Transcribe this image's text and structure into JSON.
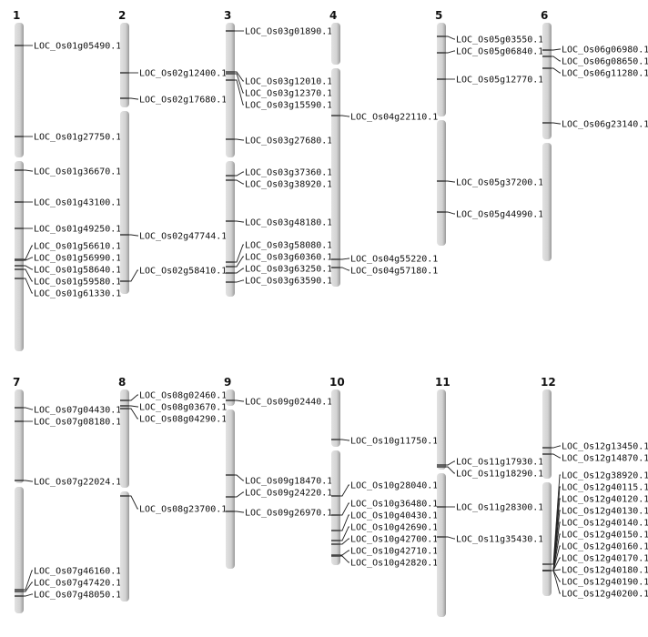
{
  "chromosomes": [
    {
      "name": "1",
      "genes": [
        "LOC_Os01g05490.1",
        "LOC_Os01g27750.1",
        "LOC_Os01g36670.1",
        "LOC_Os01g43100.1",
        "LOC_Os01g49250.1",
        "LOC_Os01g56610.1",
        "LOC_Os01g56990.1",
        "LOC_Os01g58640.1",
        "LOC_Os01g59580.1",
        "LOC_Os01g61330.1"
      ]
    },
    {
      "name": "2",
      "genes": [
        "LOC_Os02g12400.1",
        "LOC_Os02g17680.1",
        "LOC_Os02g47744.1",
        "LOC_Os02g58410.1"
      ]
    },
    {
      "name": "3",
      "genes": [
        "LOC_Os03g01890.1",
        "LOC_Os03g12010.1",
        "LOC_Os03g12370.1",
        "LOC_Os03g15590.1",
        "LOC_Os03g27680.1",
        "LOC_Os03g37360.1",
        "LOC_Os03g38920.1",
        "LOC_Os03g48180.1",
        "LOC_Os03g58080.1",
        "LOC_Os03g60360.1",
        "LOC_Os03g63250.1",
        "LOC_Os03g63590.1"
      ]
    },
    {
      "name": "4",
      "genes": [
        "LOC_Os04g22110.1",
        "LOC_Os04g55220.1",
        "LOC_Os04g57180.1"
      ]
    },
    {
      "name": "5",
      "genes": [
        "LOC_Os05g03550.1",
        "LOC_Os05g06840.1",
        "LOC_Os05g12770.1",
        "LOC_Os05g37200.1",
        "LOC_Os05g44990.1"
      ]
    },
    {
      "name": "6",
      "genes": [
        "LOC_Os06g06980.1",
        "LOC_Os06g08650.1",
        "LOC_Os06g11280.1",
        "LOC_Os06g23140.1"
      ]
    },
    {
      "name": "7",
      "genes": [
        "LOC_Os07g04430.1",
        "LOC_Os07g08180.1",
        "LOC_Os07g22024.1",
        "LOC_Os07g46160.1",
        "LOC_Os07g47420.1",
        "LOC_Os07g48050.1"
      ]
    },
    {
      "name": "8",
      "genes": [
        "LOC_Os08g02460.1",
        "LOC_Os08g03670.1",
        "LOC_Os08g04290.1",
        "LOC_Os08g23700.1"
      ]
    },
    {
      "name": "9",
      "genes": [
        "LOC_Os09g02440.1",
        "LOC_Os09g18470.1",
        "LOC_Os09g24220.1",
        "LOC_Os09g26970.1"
      ]
    },
    {
      "name": "10",
      "genes": [
        "LOC_Os10g11750.1",
        "LOC_Os10g28040.1",
        "LOC_Os10g36480.1",
        "LOC_Os10g40430.1",
        "LOC_Os10g42690.1",
        "LOC_Os10g42700.1",
        "LOC_Os10g42710.1",
        "LOC_Os10g42820.1"
      ]
    },
    {
      "name": "11",
      "genes": [
        "LOC_Os11g17930.1",
        "LOC_Os11g18290.1",
        "LOC_Os11g28300.1",
        "LOC_Os11g35430.1"
      ]
    },
    {
      "name": "12",
      "genes": [
        "LOC_Os12g13450.1",
        "LOC_Os12g14870.1",
        "LOC_Os12g38920.1",
        "LOC_Os12g40115.1",
        "LOC_Os12g40120.1",
        "LOC_Os12g40130.1",
        "LOC_Os12g40140.1",
        "LOC_Os12g40150.1",
        "LOC_Os12g40160.1",
        "LOC_Os12g40170.1",
        "LOC_Os12g40180.1",
        "LOC_Os12g40190.1",
        "LOC_Os12g40200.1"
      ]
    }
  ],
  "colors": {
    "chromosome": "#d4d4d4",
    "chromosome_shadow": "#8a8a8a",
    "marker": "#444444",
    "text": "#111111"
  }
}
